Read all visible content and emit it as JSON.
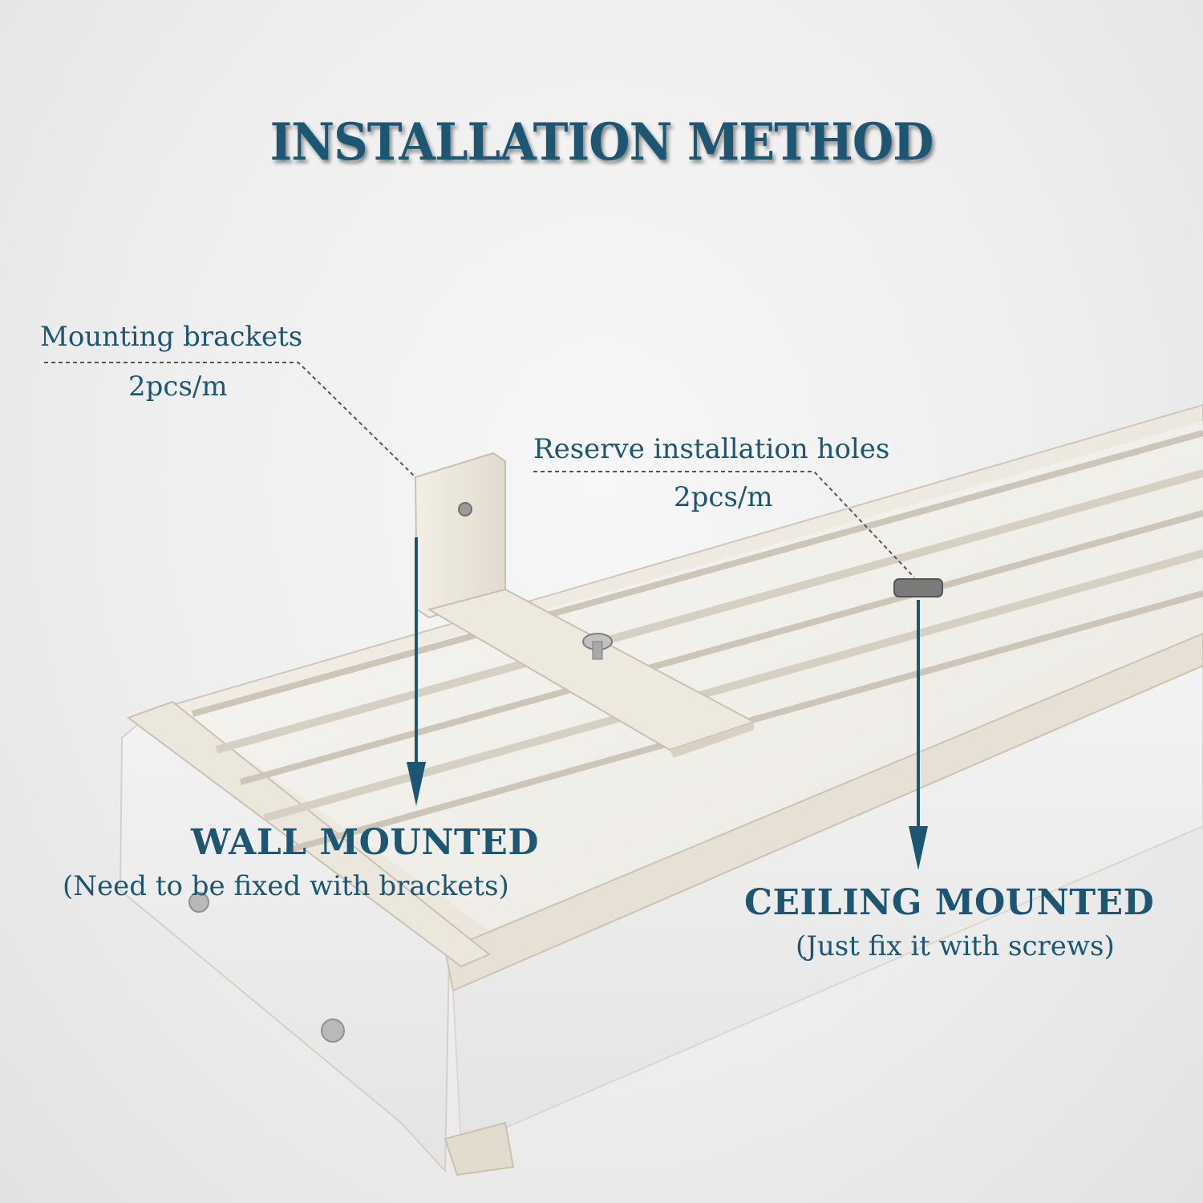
{
  "title": "INSTALLATION METHOD",
  "labels": {
    "mounting_brackets": "Mounting brackets",
    "mounting_brackets_qty": "2pcs/m",
    "reserve_holes": "Reserve installation holes",
    "reserve_holes_qty": "2pcs/m",
    "wall_mounted": "WALL MOUNTED",
    "wall_mounted_note": "(Need to be fixed with brackets)",
    "ceiling_mounted": "CEILING MOUNTED",
    "ceiling_mounted_note": "(Just fix it with screws)"
  },
  "colors": {
    "text": "#1d5672",
    "rail": "#e7e2d8",
    "rail_shadow": "#cfc8ba",
    "felt": "#f2f2f2"
  }
}
